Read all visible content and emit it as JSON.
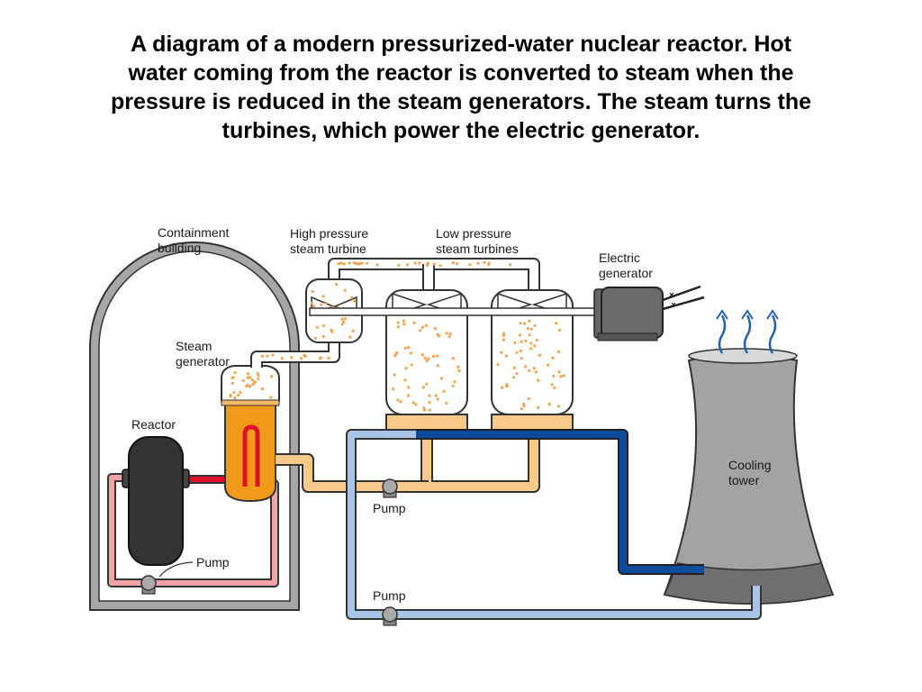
{
  "caption": "A diagram of a modern pressurized-water nuclear reactor. Hot water coming from the reactor is converted to steam when the pressure is reduced in the steam generators. The steam turns the turbines, which power the electric generator.",
  "labels": {
    "containment_line1": "Containment",
    "containment_line2": "building",
    "hp_turbine_line1": "High pressure",
    "hp_turbine_line2": "steam turbine",
    "lp_turbine_line1": "Low pressure",
    "lp_turbine_line2": "steam turbines",
    "generator_line1": "Electric",
    "generator_line2": "generator",
    "steam_gen_line1": "Steam",
    "steam_gen_line2": "generator",
    "reactor": "Reactor",
    "pump_condensate": "Pump",
    "pump_primary": "Pump",
    "pump_cooling": "Pump",
    "cooling_line1": "Cooling",
    "cooling_line2": "tower"
  },
  "colors": {
    "containment": "#a7a7a7",
    "primary_hot": "#e0102c",
    "primary_cold": "#f2a3a3",
    "steam_gen_water": "#f29a1a",
    "condensate": "#f7c98a",
    "cooling_cold": "#a9c4e4",
    "cooling_hot": "#0b4d9c",
    "tower": "#a3a3a3",
    "reactor": "#333333",
    "steam_dots": "#f0a552"
  }
}
